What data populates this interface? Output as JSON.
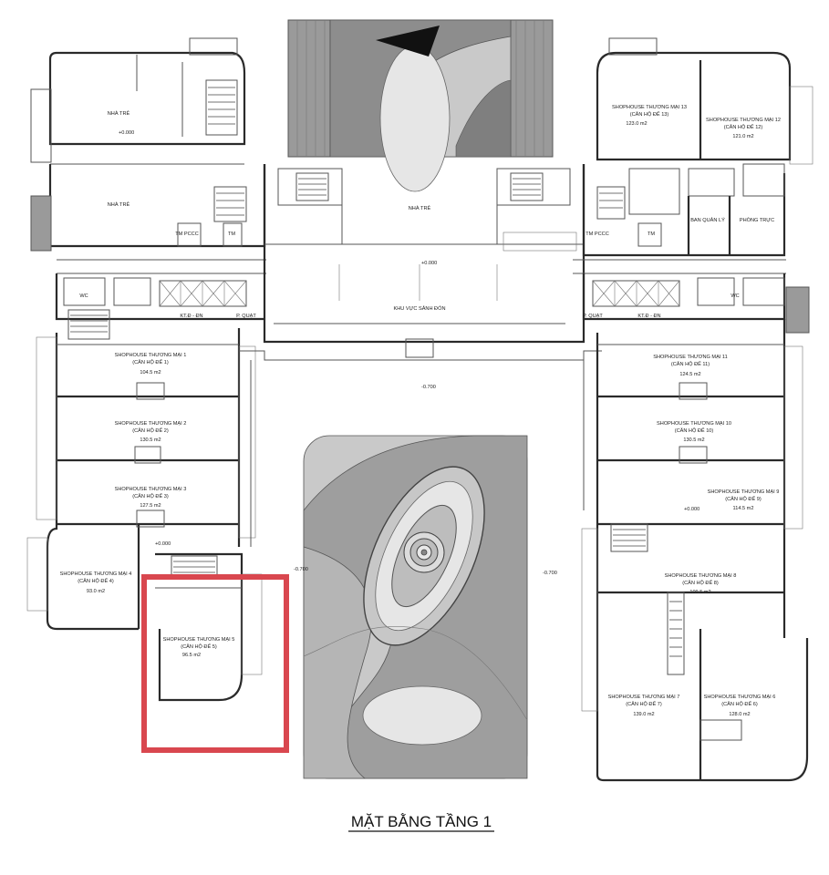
{
  "title": "MẶT BẰNG TẦNG 1",
  "highlight_color": "#d9474f",
  "levels": {
    "l0": "+0.000",
    "lm": "-0.700"
  },
  "rooms": {
    "nha_tre_1": "NHÀ TRẺ",
    "nha_tre_2": "NHÀ TRẺ",
    "nha_tre_3": "NHÀ TRẺ",
    "lobby": "KHU VỰC SẢNH ĐÓN",
    "ban_quan_ly": "BAN QUẢN LÝ",
    "phong_truc": "PHÒNG TRỰC",
    "wc_left": "WC",
    "wc_right": "WC",
    "kt_left": "KT.Đ - ĐN",
    "kt_right": "KT.Đ - ĐN",
    "pquat_left": "P. QUẠT",
    "pquat_right": "P. QUẠT",
    "tm_pccc_left": "TM PCCC",
    "tm_pccc_right": "TM PCCC",
    "tm_left": "TM",
    "tm_right": "TM"
  },
  "units": [
    {
      "name": "SHOPHOUSE THƯƠNG MẠI 1",
      "sub": "(CĂN HỘ ĐẾ 1)",
      "area": "104.5 m2"
    },
    {
      "name": "SHOPHOUSE THƯƠNG MẠI 2",
      "sub": "(CĂN HỘ ĐẾ 2)",
      "area": "130.5 m2"
    },
    {
      "name": "SHOPHOUSE THƯƠNG MẠI 3",
      "sub": "(CĂN HỘ ĐẾ 3)",
      "area": "127.5 m2"
    },
    {
      "name": "SHOPHOUSE THƯƠNG MẠI 4",
      "sub": "(CĂN HỘ ĐẾ 4)",
      "area": "93.0 m2"
    },
    {
      "name": "SHOPHOUSE THƯƠNG MẠI 5",
      "sub": "(CĂN HỘ ĐẾ 5)",
      "area": "96.5 m2"
    },
    {
      "name": "SHOPHOUSE THƯƠNG MẠI 6",
      "sub": "(CĂN HỘ ĐẾ 6)",
      "area": "128.0 m2"
    },
    {
      "name": "SHOPHOUSE THƯƠNG MẠI 7",
      "sub": "(CĂN HỘ ĐẾ 7)",
      "area": "139.0 m2"
    },
    {
      "name": "SHOPHOUSE THƯƠNG MẠI 8",
      "sub": "(CĂN HỘ ĐẾ 8)",
      "area": "109.5 m2"
    },
    {
      "name": "SHOPHOUSE THƯƠNG MẠI 9",
      "sub": "(CĂN HỘ ĐẾ 9)",
      "area": "114.5 m2"
    },
    {
      "name": "SHOPHOUSE THƯƠNG MẠI 10",
      "sub": "(CĂN HỘ ĐẾ 10)",
      "area": "130.5 m2"
    },
    {
      "name": "SHOPHOUSE THƯƠNG MẠI 11",
      "sub": "(CĂN HỘ ĐẾ 11)",
      "area": "124.5 m2"
    },
    {
      "name": "SHOPHOUSE THƯƠNG MẠI 12",
      "sub": "(CĂN HỘ ĐẾ 12)",
      "area": "121.0 m2"
    },
    {
      "name": "SHOPHOUSE THƯƠNG MẠI 13",
      "sub": "(CĂN HỘ ĐẾ 13)",
      "area": "123.0 m2"
    }
  ]
}
